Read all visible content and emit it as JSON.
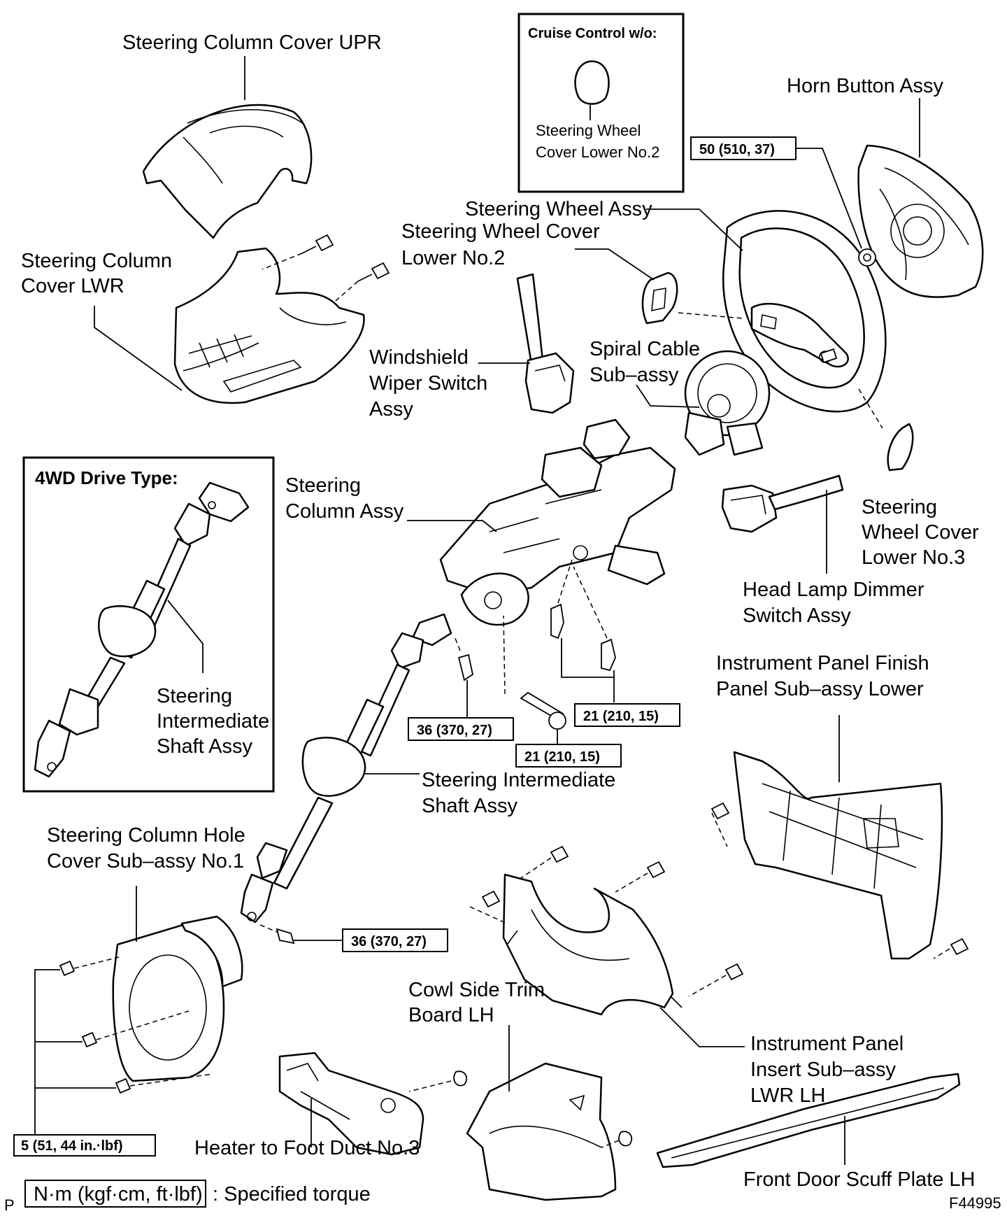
{
  "inset_cruise": {
    "title": "Cruise Control w/o:",
    "part_line1": "Steering Wheel",
    "part_line2": "Cover Lower No.2"
  },
  "inset_4wd": {
    "title": "4WD Drive Type:",
    "part_line1": "Steering",
    "part_line2": "Intermediate",
    "part_line3": "Shaft Assy"
  },
  "labels": {
    "column_cover_upr": "Steering Column Cover UPR",
    "column_cover_lwr_1": "Steering Column",
    "column_cover_lwr_2": "Cover LWR",
    "horn_button": "Horn Button Assy",
    "steering_wheel": "Steering Wheel Assy",
    "wheel_cover_no2_1": "Steering Wheel Cover",
    "wheel_cover_no2_2": "Lower No.2",
    "wiper_switch_1": "Windshield",
    "wiper_switch_2": "Wiper Switch",
    "wiper_switch_3": "Assy",
    "spiral_cable_1": "Spiral Cable",
    "spiral_cable_2": "Sub–assy",
    "column_assy_1": "Steering",
    "column_assy_2": "Column Assy",
    "wheel_cover_no3_1": "Steering",
    "wheel_cover_no3_2": "Wheel Cover",
    "wheel_cover_no3_3": "Lower No.3",
    "dimmer_switch_1": "Head Lamp Dimmer",
    "dimmer_switch_2": "Switch Assy",
    "finish_panel_1": "Instrument Panel Finish",
    "finish_panel_2": "Panel Sub–assy Lower",
    "intermediate_shaft_1": "Steering Intermediate",
    "intermediate_shaft_2": "Shaft Assy",
    "hole_cover_1": "Steering Column Hole",
    "hole_cover_2": "Cover Sub–assy No.1",
    "cowl_trim_1": "Cowl Side Trim",
    "cowl_trim_2": "Board LH",
    "insert_lwr_1": "Instrument Panel",
    "insert_lwr_2": "Insert Sub–assy",
    "insert_lwr_3": "LWR LH",
    "heater_duct": "Heater to Foot Duct No.3",
    "scuff_plate": "Front Door Scuff Plate LH"
  },
  "torques": {
    "horn": "50 (510, 37)",
    "column_bolts": "21 (210, 15)",
    "column_nut": "21 (210, 15)",
    "shaft_upper": "36 (370, 27)",
    "shaft_lower": "36 (370, 27)",
    "hole_cover": "5 (51, 44 in.·lbf)"
  },
  "legend": {
    "unit": "N·m (kgf·cm, ft·lbf)",
    "text": ": Specified torque"
  },
  "footer": {
    "left": "P",
    "figure_id": "F44995"
  }
}
